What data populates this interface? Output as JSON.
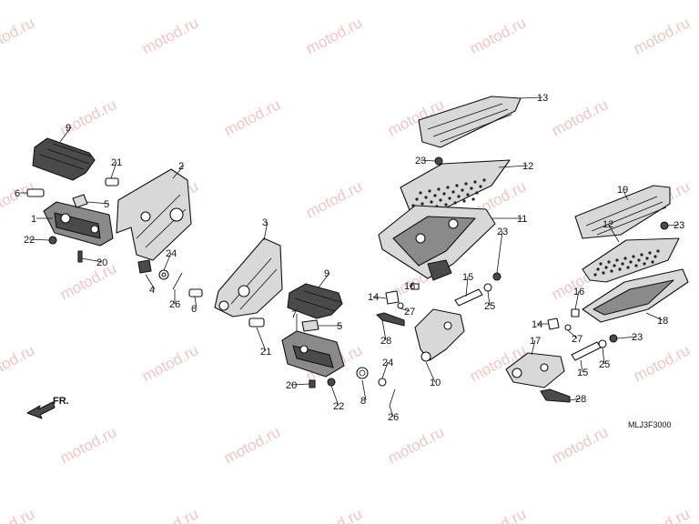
{
  "diagram": {
    "code": "MLJ3F3000",
    "front_label": "FR.",
    "watermark": "motod.ru",
    "callouts": [
      {
        "id": "c1",
        "text": "1"
      },
      {
        "id": "c2",
        "text": "2"
      },
      {
        "id": "c3",
        "text": "3"
      },
      {
        "id": "c4",
        "text": "4"
      },
      {
        "id": "c5a",
        "text": "5"
      },
      {
        "id": "c5b",
        "text": "5"
      },
      {
        "id": "c6a",
        "text": "6"
      },
      {
        "id": "c6b",
        "text": "6"
      },
      {
        "id": "c7",
        "text": "7"
      },
      {
        "id": "c8",
        "text": "8"
      },
      {
        "id": "c9a",
        "text": "9"
      },
      {
        "id": "c9b",
        "text": "9"
      },
      {
        "id": "c10",
        "text": "10"
      },
      {
        "id": "c11",
        "text": "11"
      },
      {
        "id": "c12a",
        "text": "12"
      },
      {
        "id": "c12b",
        "text": "12"
      },
      {
        "id": "c13",
        "text": "13"
      },
      {
        "id": "c14a",
        "text": "14"
      },
      {
        "id": "c14b",
        "text": "14"
      },
      {
        "id": "c15a",
        "text": "15"
      },
      {
        "id": "c15b",
        "text": "15"
      },
      {
        "id": "c16a",
        "text": "16"
      },
      {
        "id": "c16b",
        "text": "16"
      },
      {
        "id": "c17",
        "text": "17"
      },
      {
        "id": "c18",
        "text": "18"
      },
      {
        "id": "c19",
        "text": "19"
      },
      {
        "id": "c20a",
        "text": "20"
      },
      {
        "id": "c20b",
        "text": "20"
      },
      {
        "id": "c21a",
        "text": "21"
      },
      {
        "id": "c21b",
        "text": "21"
      },
      {
        "id": "c22a",
        "text": "22"
      },
      {
        "id": "c22b",
        "text": "22"
      },
      {
        "id": "c23a",
        "text": "23"
      },
      {
        "id": "c23b",
        "text": "23"
      },
      {
        "id": "c23c",
        "text": "23"
      },
      {
        "id": "c23d",
        "text": "23"
      },
      {
        "id": "c24a",
        "text": "24"
      },
      {
        "id": "c24b",
        "text": "24"
      },
      {
        "id": "c25a",
        "text": "25"
      },
      {
        "id": "c25b",
        "text": "25"
      },
      {
        "id": "c26a",
        "text": "26"
      },
      {
        "id": "c26b",
        "text": "26"
      },
      {
        "id": "c27a",
        "text": "27"
      },
      {
        "id": "c27b",
        "text": "27"
      },
      {
        "id": "c28a",
        "text": "28"
      },
      {
        "id": "c28b",
        "text": "28"
      }
    ]
  }
}
